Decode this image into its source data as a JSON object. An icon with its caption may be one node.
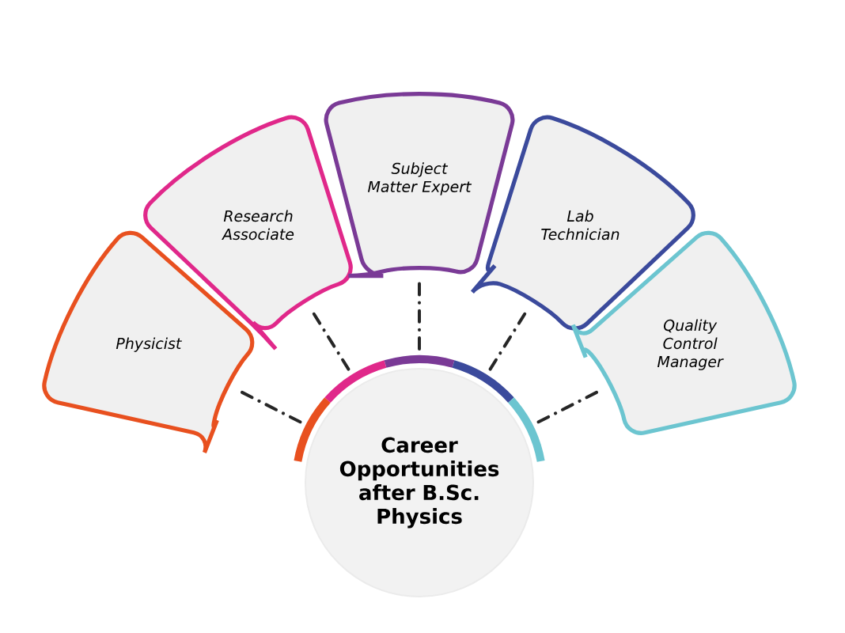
{
  "diagram": {
    "nodes": [
      {
        "text": [
          "Career Opportunities after B.Sc. Physics"
        ]
      },
      {
        "text": [
          "Physicist"
        ]
      },
      {
        "text": [
          "Research Associate"
        ]
      },
      {
        "text": [
          "Subject Matter Expert"
        ]
      },
      {
        "text": [
          "Lab Technician"
        ]
      },
      {
        "text": [
          "Quality Control Manager"
        ]
      }
    ],
    "edges": [
      {
        "from": 0,
        "to": 1,
        "arrow": "none"
      },
      {
        "from": 0,
        "to": 2,
        "arrow": "none"
      },
      {
        "from": 0,
        "to": 3,
        "arrow": "none"
      },
      {
        "from": 0,
        "to": 4,
        "arrow": "none"
      },
      {
        "from": 0,
        "to": 5,
        "arrow": "none"
      }
    ]
  }
}
